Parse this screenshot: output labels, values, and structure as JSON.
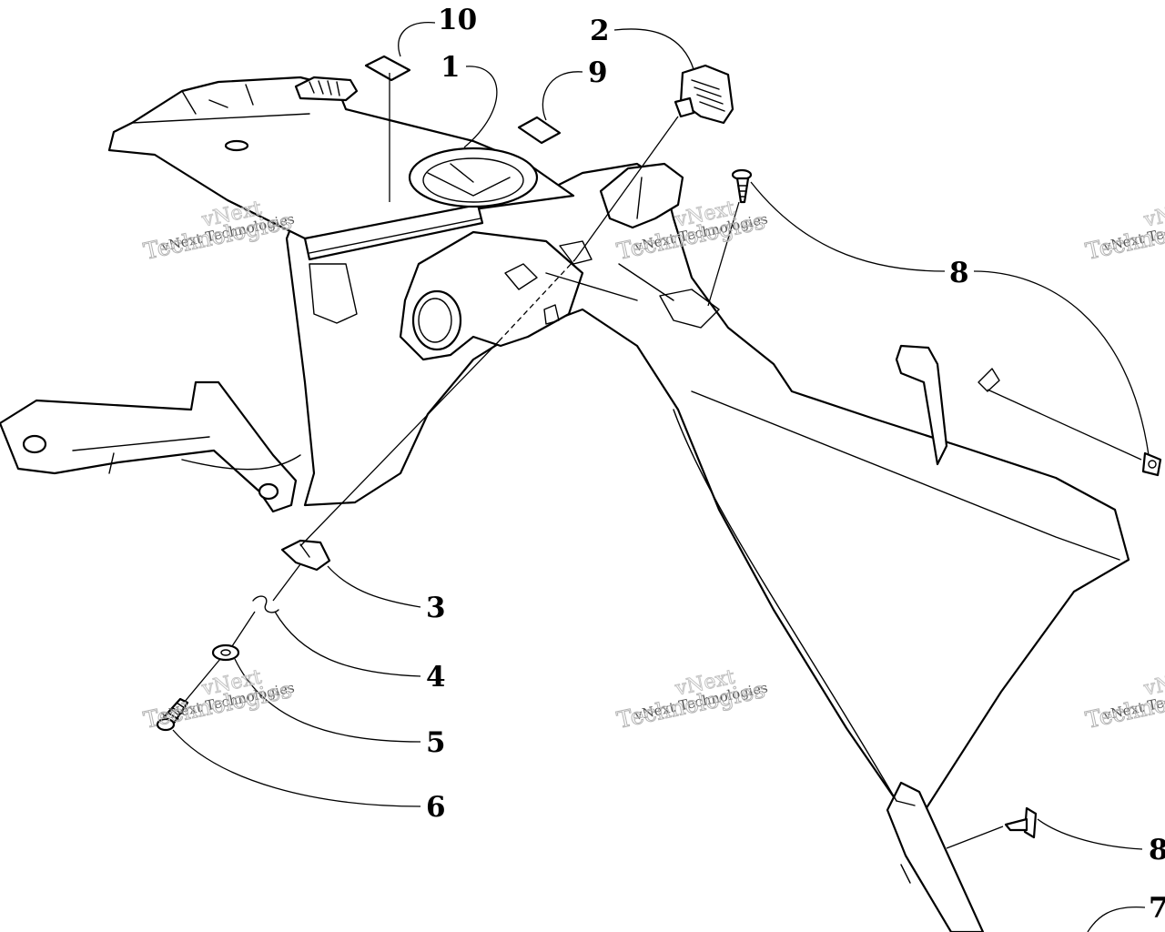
{
  "callouts": [
    {
      "id": "10",
      "label": "10"
    },
    {
      "id": "1",
      "label": "1"
    },
    {
      "id": "9",
      "label": "9"
    },
    {
      "id": "2",
      "label": "2"
    },
    {
      "id": "8a",
      "label": "8"
    },
    {
      "id": "3",
      "label": "3"
    },
    {
      "id": "4",
      "label": "4"
    },
    {
      "id": "5",
      "label": "5"
    },
    {
      "id": "6",
      "label": "6"
    },
    {
      "id": "8b",
      "label": "8"
    },
    {
      "id": "7",
      "label": "7"
    }
  ],
  "watermark": {
    "line0": "vNext",
    "line1": "vNext Technologies",
    "line2": "Technologies"
  }
}
